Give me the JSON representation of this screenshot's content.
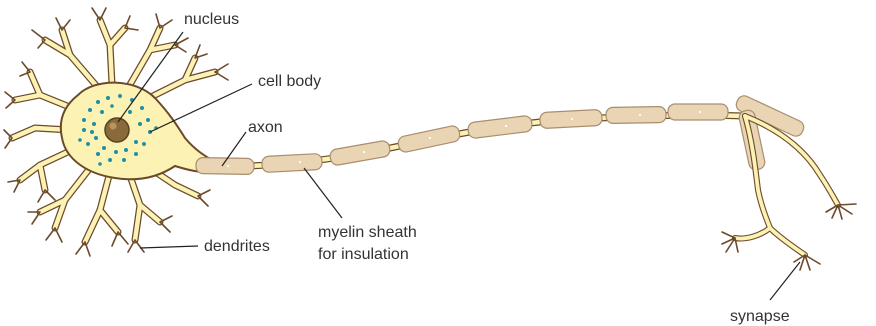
{
  "labels": {
    "nucleus": "nucleus",
    "cell_body": "cell body",
    "axon": "axon",
    "myelin_line1": "myelin sheath",
    "myelin_line2": "for insulation",
    "dendrites": "dendrites",
    "synapse": "synapse"
  },
  "colors": {
    "cell_fill": "#fbf2b3",
    "cell_outline": "#6b4a2b",
    "nucleus": "#8a6a3a",
    "granules": "#1f8fa6",
    "myelin_fill": "#e9d5b4",
    "myelin_outline": "#a88e6e",
    "leader_line": "#222222",
    "text": "#333333"
  }
}
